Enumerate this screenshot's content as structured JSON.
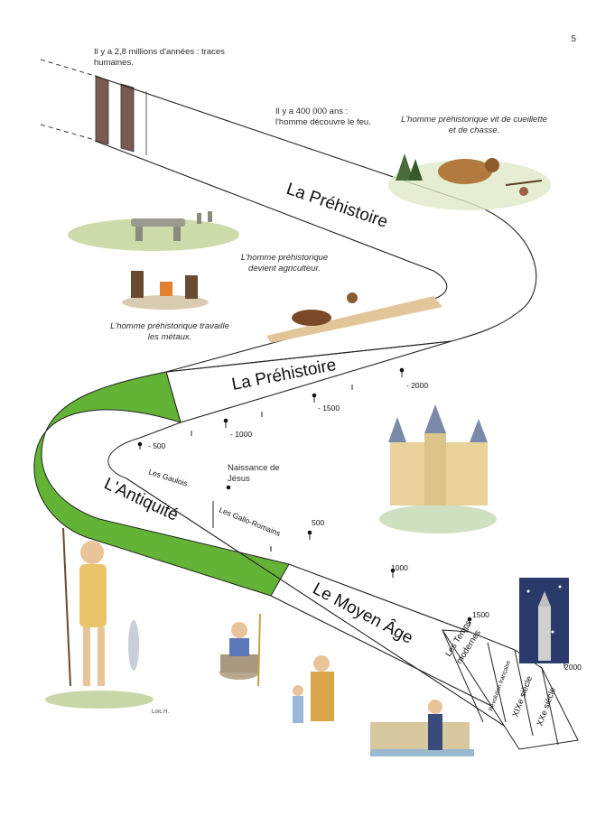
{
  "page_number": "5",
  "notes": {
    "traces": "Il y a 2,8 millions d'années : traces humaines.",
    "fire": "Il y a 400 000 ans : l'homme découvre le feu.",
    "gathering": "L'homme préhistorique vit de cueillette et de chasse.",
    "farmer": "L'homme préhistorique devient agriculteur.",
    "metals": "L'homme préhistorique travaille les métaux.",
    "jesus": "Naissance de Jésus"
  },
  "bands": {
    "prehistory_1": "La Préhistoire",
    "prehistory_2": "La Préhistoire",
    "antiquity": "L'Antiquité",
    "middle_ages": "Le Moyen Âge",
    "modern_1": "Les Temps",
    "modern_2": "modernes",
    "revolution": "Révolution française",
    "c19": "XIXe siècle",
    "c20": "XXe siècle",
    "gauls": "Les Gaulois",
    "gallo_romans": "Les Gallo-Romains"
  },
  "ticks": {
    "m2000": "- 2000",
    "m1500": "- 1500",
    "m1000": "- 1000",
    "m500": "- 500",
    "p500": "500",
    "p1000": "1000",
    "p1500": "1500",
    "p2000": "2000"
  },
  "illustrations": {
    "signature": "Loïc H."
  },
  "colors": {
    "antiquity_green": "#63b336",
    "line": "#222222",
    "stripe_brown": "#7b5a53"
  }
}
